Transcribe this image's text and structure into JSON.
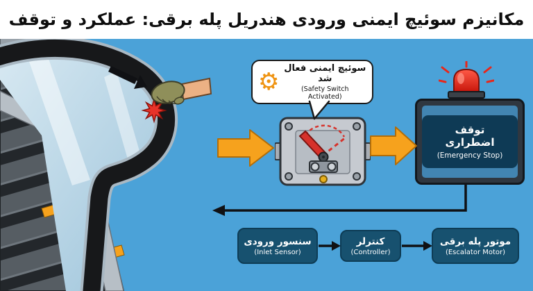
{
  "title": "مکانیزم سوئیچ ایمنی ورودی هندریل پله برقی: عملکرد و توقف",
  "callout": {
    "fa": "سوئیچ ایمنی فعال شد",
    "en": "(Safety Switch Activated)"
  },
  "monitor": {
    "fa": "توقف اضطراری",
    "en": "(Emergency Stop)"
  },
  "flow": [
    {
      "fa": "سنسور ورودی",
      "en": "(Inlet Sensor)"
    },
    {
      "fa": "کنترلر",
      "en": "(Controller)"
    },
    {
      "fa": "موتور پله برقی",
      "en": "(Escalator Motor)"
    }
  ],
  "icons": {
    "gear": "⚙"
  },
  "colors": {
    "background": "#4ba2d8",
    "accent_orange": "#f6a21d",
    "flow_box_navy": "#17516f",
    "alarm_red": "#e0251b",
    "lever_red": "#d6322b",
    "handrail_black": "#17181a"
  }
}
